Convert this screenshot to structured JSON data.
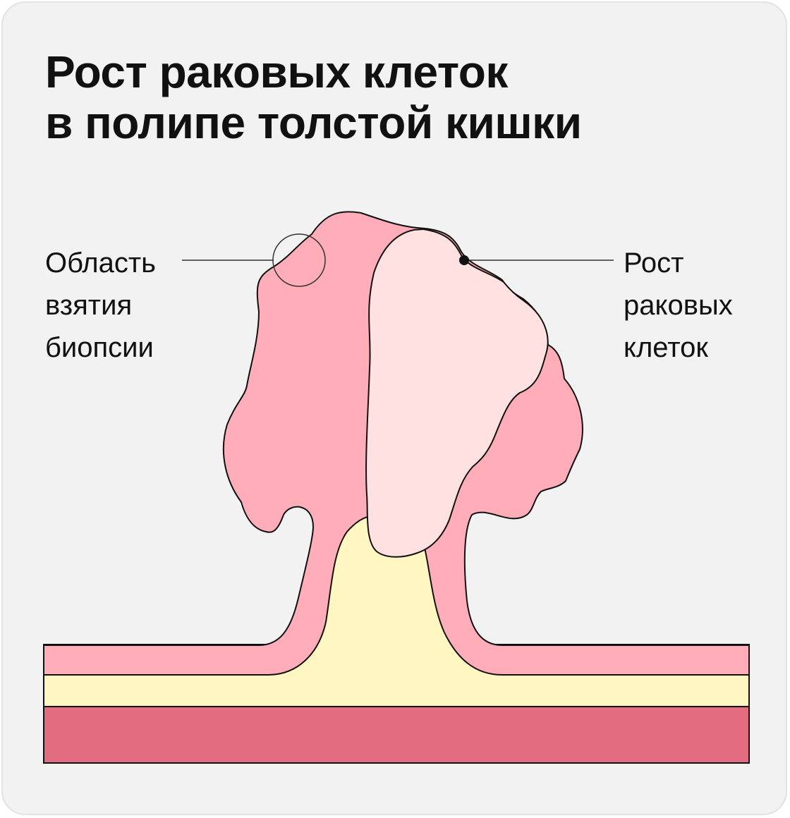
{
  "title": {
    "line1": "Рост раковых клеток",
    "line2": "в полипе толстой кишки"
  },
  "labels": {
    "biopsy": {
      "line1": "Область",
      "line2": "взятия",
      "line3": "биопсии"
    },
    "cancer_growth": {
      "line1": "Рост",
      "line2": "раковых",
      "line3": "клеток"
    }
  },
  "colors": {
    "background": "#f2f2f2",
    "mucosa": "#ffaeb9",
    "submucosa": "#fff6c2",
    "muscle": "#e36d80",
    "cancer": "#ffe1e1",
    "outline": "#111111"
  }
}
